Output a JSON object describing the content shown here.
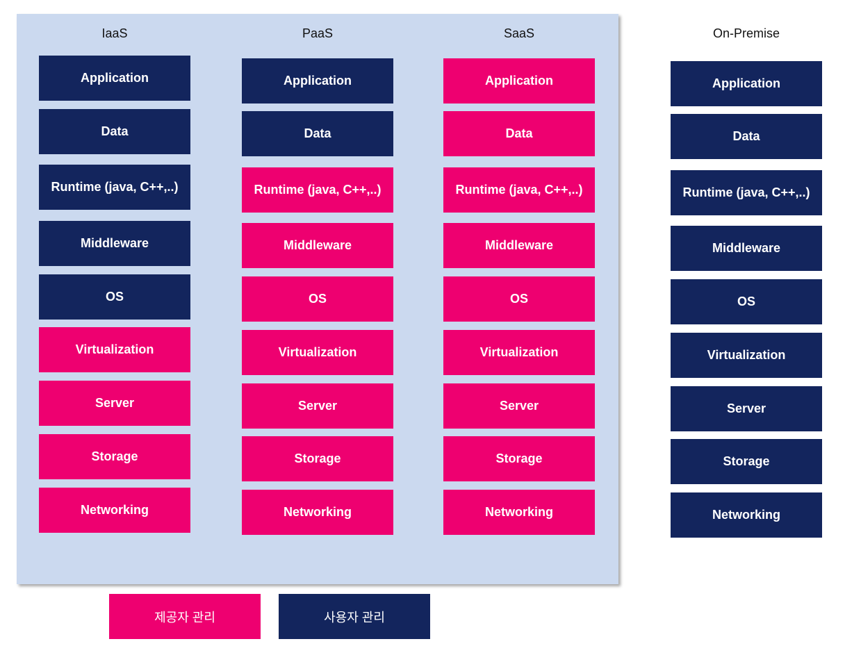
{
  "colors": {
    "provider": "#ee0070",
    "user": "#13255d",
    "panel": "#cbd9ef"
  },
  "columns": [
    {
      "title": "IaaS",
      "layers": [
        {
          "label": "Application",
          "owner": "user"
        },
        {
          "label": "Data",
          "owner": "user"
        },
        {
          "label": "Runtime (java, C++,..)",
          "owner": "user"
        },
        {
          "label": "Middleware",
          "owner": "user"
        },
        {
          "label": "OS",
          "owner": "user"
        },
        {
          "label": "Virtualization",
          "owner": "provider"
        },
        {
          "label": "Server",
          "owner": "provider"
        },
        {
          "label": "Storage",
          "owner": "provider"
        },
        {
          "label": "Networking",
          "owner": "provider"
        }
      ]
    },
    {
      "title": "PaaS",
      "layers": [
        {
          "label": "Application",
          "owner": "user"
        },
        {
          "label": "Data",
          "owner": "user"
        },
        {
          "label": "Runtime (java, C++,..)",
          "owner": "provider"
        },
        {
          "label": "Middleware",
          "owner": "provider"
        },
        {
          "label": "OS",
          "owner": "provider"
        },
        {
          "label": "Virtualization",
          "owner": "provider"
        },
        {
          "label": "Server",
          "owner": "provider"
        },
        {
          "label": "Storage",
          "owner": "provider"
        },
        {
          "label": "Networking",
          "owner": "provider"
        }
      ]
    },
    {
      "title": "SaaS",
      "layers": [
        {
          "label": "Application",
          "owner": "provider"
        },
        {
          "label": "Data",
          "owner": "provider"
        },
        {
          "label": "Runtime (java, C++,..)",
          "owner": "provider"
        },
        {
          "label": "Middleware",
          "owner": "provider"
        },
        {
          "label": "OS",
          "owner": "provider"
        },
        {
          "label": "Virtualization",
          "owner": "provider"
        },
        {
          "label": "Server",
          "owner": "provider"
        },
        {
          "label": "Storage",
          "owner": "provider"
        },
        {
          "label": "Networking",
          "owner": "provider"
        }
      ]
    },
    {
      "title": "On-Premise",
      "layers": [
        {
          "label": "Application",
          "owner": "user"
        },
        {
          "label": "Data",
          "owner": "user"
        },
        {
          "label": "Runtime (java, C++,..)",
          "owner": "user"
        },
        {
          "label": "Middleware",
          "owner": "user"
        },
        {
          "label": "OS",
          "owner": "user"
        },
        {
          "label": "Virtualization",
          "owner": "user"
        },
        {
          "label": "Server",
          "owner": "user"
        },
        {
          "label": "Storage",
          "owner": "user"
        },
        {
          "label": "Networking",
          "owner": "user"
        }
      ]
    }
  ],
  "legend": {
    "provider": "제공자 관리",
    "user": "사용자 관리"
  }
}
